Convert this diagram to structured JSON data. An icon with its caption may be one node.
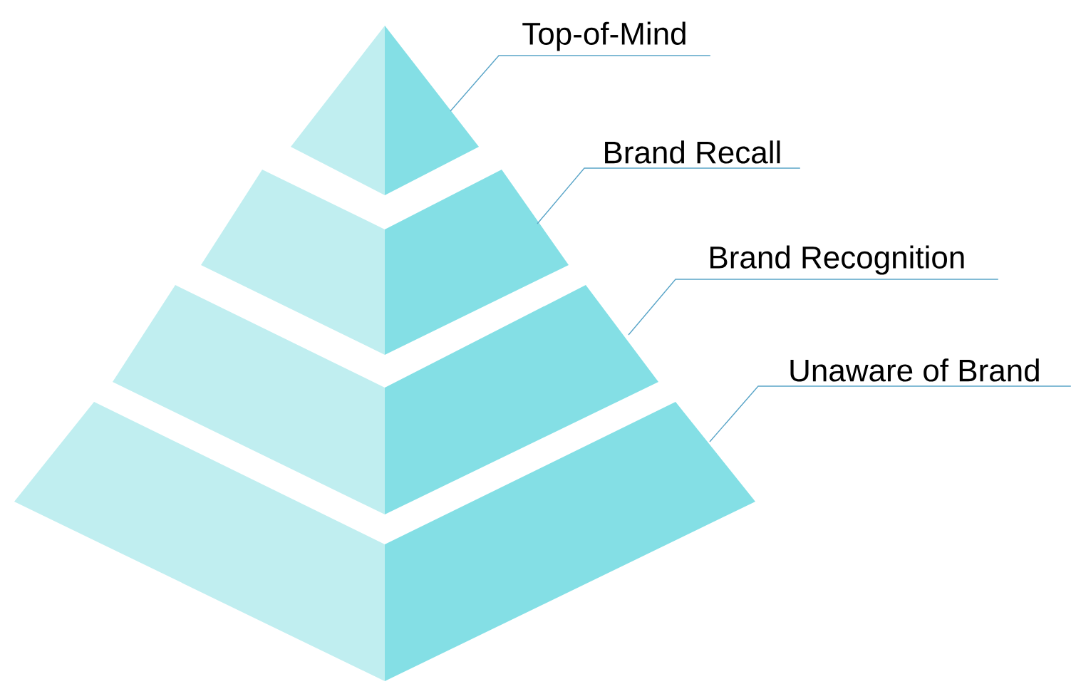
{
  "diagram": {
    "nodes": [
      {
        "text": [
          "Top-of-Mind"
        ]
      },
      {
        "text": [
          "Brand Recall"
        ]
      },
      {
        "text": [
          "Brand Recognition"
        ]
      },
      {
        "text": [
          "Unaware of Brand"
        ]
      },
      {
        "text": [],
        "shape": "triangle"
      },
      {
        "text": [],
        "shape": "trapezoid"
      },
      {
        "text": [],
        "shape": "trapezoid"
      },
      {
        "text": [],
        "shape": "trapezoid"
      }
    ],
    "edges": [
      {
        "from": 0,
        "to": 4,
        "arrow": "none"
      },
      {
        "from": 1,
        "to": 5,
        "arrow": "none"
      },
      {
        "from": 2,
        "to": 6,
        "arrow": "none"
      },
      {
        "from": 3,
        "to": 7,
        "arrow": "none"
      }
    ]
  }
}
